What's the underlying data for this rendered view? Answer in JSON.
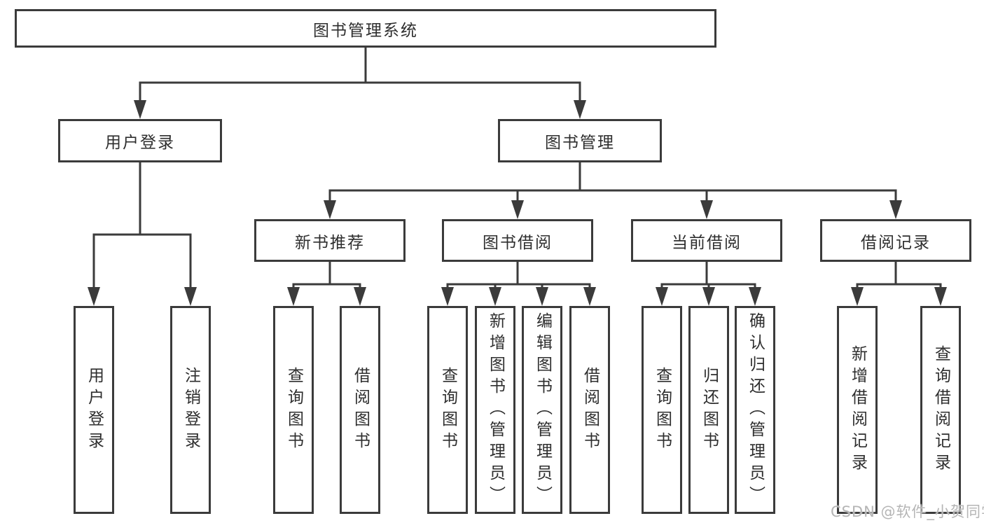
{
  "diagram": {
    "root": {
      "label": "图书管理系统"
    },
    "level2": [
      {
        "label": "用户登录"
      },
      {
        "label": "图书管理"
      }
    ],
    "level3": [
      {
        "label": "新书推荐"
      },
      {
        "label": "图书借阅"
      },
      {
        "label": "当前借阅"
      },
      {
        "label": "借阅记录"
      }
    ],
    "leaves": {
      "user_login": [
        "用户登录",
        "注销登录"
      ],
      "new_book": [
        "查询图书",
        "借阅图书"
      ],
      "book_borrow": [
        "查询图书",
        "新增图书（管理员）",
        "编辑图书（管理员）",
        "借阅图书"
      ],
      "current_borrow": [
        "查询图书",
        "归还图书",
        "确认归还（管理员）"
      ],
      "borrow_record": [
        "新增借阅记录",
        "查询借阅记录"
      ]
    }
  },
  "watermark": {
    "text": "CSDN @软件_小贺同学"
  },
  "colors": {
    "line": "#3b3b3b",
    "box_border": "#3b3b3b",
    "box_background": "#ffffff",
    "text": "#2e2e2e",
    "watermark": "#b5b5b5"
  }
}
